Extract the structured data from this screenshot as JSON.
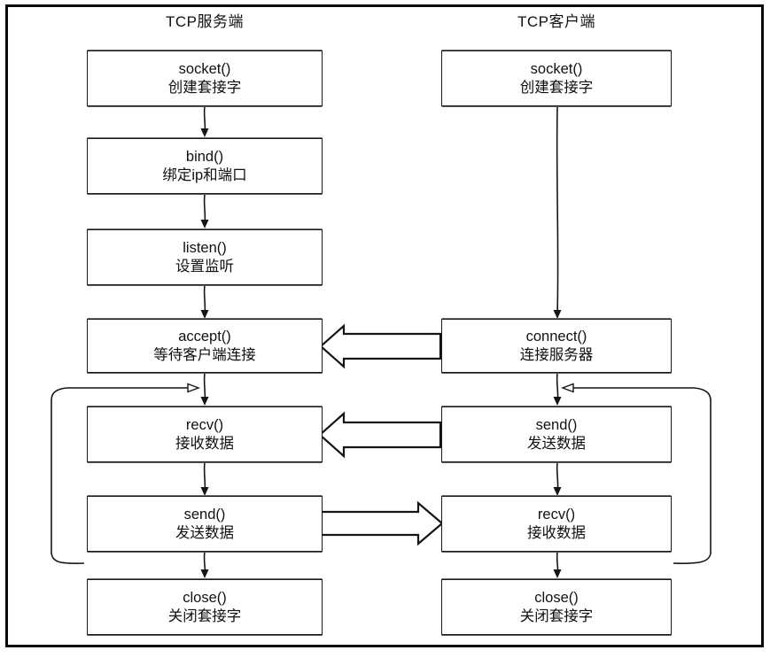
{
  "diagram": {
    "title_left": "TCP服务端",
    "title_right": "TCP客户端",
    "server_steps": [
      {
        "fn": "socket()",
        "desc": "创建套接字"
      },
      {
        "fn": "bind()",
        "desc": "绑定ip和端口"
      },
      {
        "fn": "listen()",
        "desc": "设置监听"
      },
      {
        "fn": "accept()",
        "desc": "等待客户端连接"
      },
      {
        "fn": "recv()",
        "desc": "接收数据"
      },
      {
        "fn": "send()",
        "desc": "发送数据"
      },
      {
        "fn": "close()",
        "desc": "关闭套接字"
      }
    ],
    "client_steps": [
      {
        "fn": "socket()",
        "desc": "创建套接字"
      },
      {
        "fn": "connect()",
        "desc": "连接服务器"
      },
      {
        "fn": "send()",
        "desc": "发送数据"
      },
      {
        "fn": "recv()",
        "desc": "接收数据"
      },
      {
        "fn": "close()",
        "desc": "关闭套接字"
      }
    ],
    "cross_links": [
      {
        "from": "client-connect",
        "to": "server-accept",
        "direction": "right-to-left"
      },
      {
        "from": "client-send",
        "to": "server-recv",
        "direction": "right-to-left"
      },
      {
        "from": "server-send",
        "to": "client-recv",
        "direction": "left-to-right"
      }
    ],
    "loops": [
      {
        "name": "server-loop",
        "from": "server-send",
        "to": "server-recv"
      },
      {
        "name": "client-loop",
        "from": "client-recv",
        "to": "client-send"
      }
    ],
    "colors": {
      "stroke": "#151515",
      "text": "#111111",
      "background": "#ffffff",
      "frame": "#0a0a0a"
    }
  }
}
